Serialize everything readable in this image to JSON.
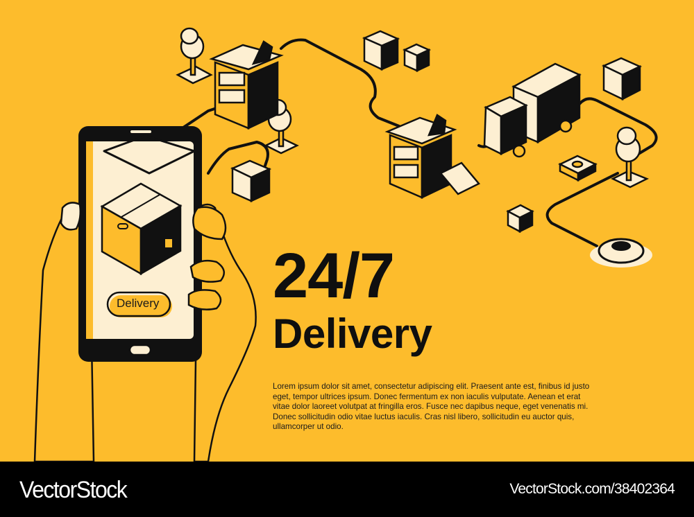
{
  "colors": {
    "background": "#FDBC2C",
    "ink": "#111111",
    "cream": "#FDEFD2",
    "footer": "#000000",
    "footer_text": "#FFFFFF"
  },
  "headline": {
    "line1": "24/7",
    "line2": "Delivery"
  },
  "body_text": "Lorem ipsum dolor sit amet, consectetur adipiscing elit. Praesent ante est, finibus id justo eget, tempor ultrices ipsum. Donec fermentum ex non iaculis vulputate. Aenean et erat vitae dolor laoreet volutpat at fringilla eros. Fusce nec dapibus neque, eget venenatis mi. Donec sollicitudin odio vitae luctus iaculis. Cras nisl libero, sollicitudin eu auctor quis, ullamcorper ut odio.",
  "phone": {
    "button_label": "Delivery"
  },
  "illustration": {
    "elements": [
      "hand-holding-smartphone",
      "parcel-box",
      "warehouse-building",
      "tree",
      "delivery-truck",
      "location-pin",
      "route-line",
      "package"
    ]
  },
  "footer": {
    "logo": "VectorStock",
    "reference": "VectorStock.com/38402364"
  }
}
